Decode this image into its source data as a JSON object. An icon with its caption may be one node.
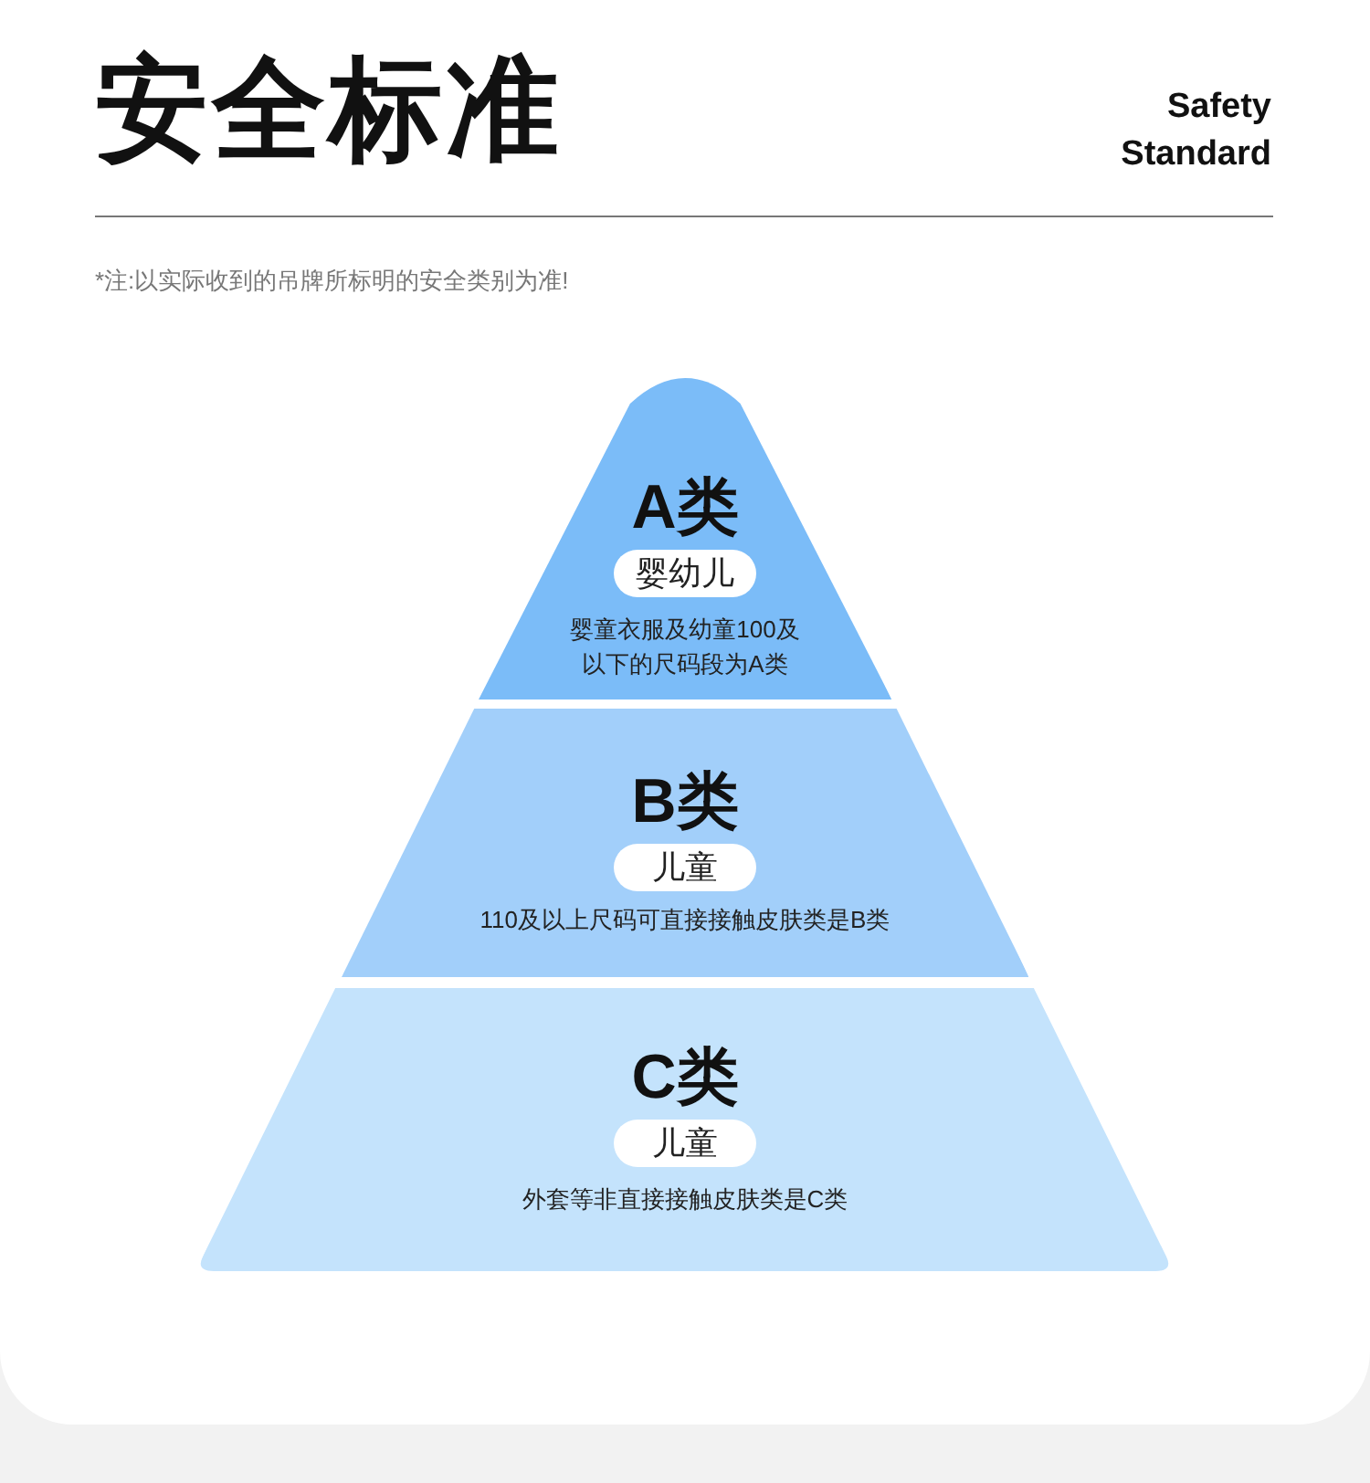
{
  "diagram": {
    "title": "安全标准",
    "nodes": [
      {
        "text": [
          "A类",
          "婴童衣服及幼童100及以下的尺码段为A类"
        ]
      },
      {
        "text": [
          "婴幼儿"
        ],
        "in": 0
      },
      {
        "text": [
          "B类",
          "110及以上尺码可直接接触皮肤类是B类"
        ]
      },
      {
        "text": [
          "儿童"
        ],
        "in": 2
      },
      {
        "text": [
          "C类",
          "外套等非直接接触皮肤类是C类"
        ]
      },
      {
        "text": [
          "儿童"
        ],
        "in": 4
      }
    ],
    "labels": [
      "Safety Standard",
      "*注:以实际收到的吊牌所标明的安全类别为准!"
    ]
  }
}
